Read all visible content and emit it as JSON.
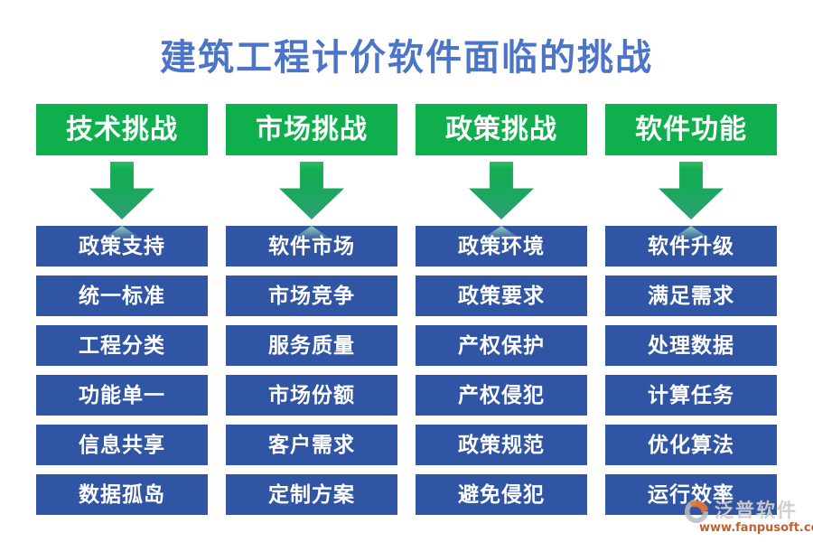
{
  "title": "建筑工程计价软件面临的挑战",
  "colors": {
    "title_blue": "#4C74C8",
    "header_green": "#10AF4E",
    "arrow_teal": "#2F9E74",
    "item_blue": "#2F55A4",
    "item_text": "#FFFFFF",
    "watermark_orange": "#C0622F"
  },
  "columns": [
    {
      "header": "技术挑战",
      "items": [
        "政策支持",
        "统一标准",
        "工程分类",
        "功能单一",
        "信息共享",
        "数据孤岛"
      ]
    },
    {
      "header": "市场挑战",
      "items": [
        "软件市场",
        "市场竞争",
        "服务质量",
        "市场份额",
        "客户需求",
        "定制方案"
      ]
    },
    {
      "header": "政策挑战",
      "items": [
        "政策环境",
        "政策要求",
        "产权保护",
        "产权侵犯",
        "政策规范",
        "避免侵犯"
      ]
    },
    {
      "header": "软件功能",
      "items": [
        "软件升级",
        "满足需求",
        "处理数据",
        "计算任务",
        "优化算法",
        "运行效率"
      ]
    }
  ],
  "watermark": {
    "brand": "泛普软件",
    "url": "www.fanpusoft.com"
  }
}
